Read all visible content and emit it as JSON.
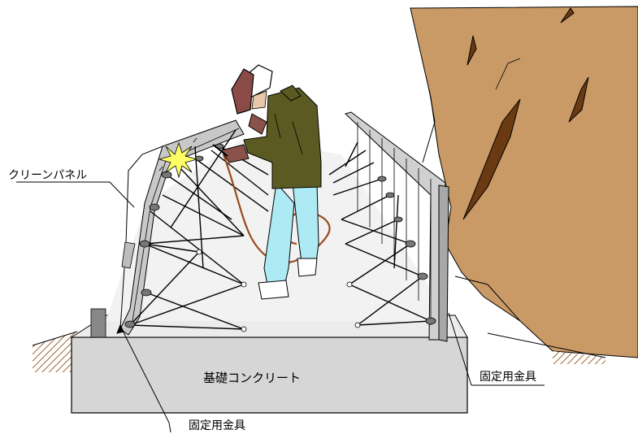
{
  "labels": {
    "clean_panel": "クリーンパネル",
    "foundation": "基礎コンクリート",
    "bracket_right": "固定用金具",
    "bracket_bottom": "固定用金具"
  },
  "colors": {
    "rock": "#c99a66",
    "rock_crack": "#6a3a12",
    "ground_hatch": "#b07a4a",
    "concrete": "#d6d6d6",
    "slab": "#e8e8e8",
    "panel": "#c8c8c8",
    "jacket": "#5a5a22",
    "pants": "#aeeaf4",
    "helmet": "#ffffff",
    "mask": "#8a4a46",
    "glove": "#8a5248",
    "hose": "#9a4a1a",
    "spark": "#ffff66"
  },
  "icons": {
    "worker": "welder-worker-icon",
    "spark": "welding-spark-icon"
  }
}
